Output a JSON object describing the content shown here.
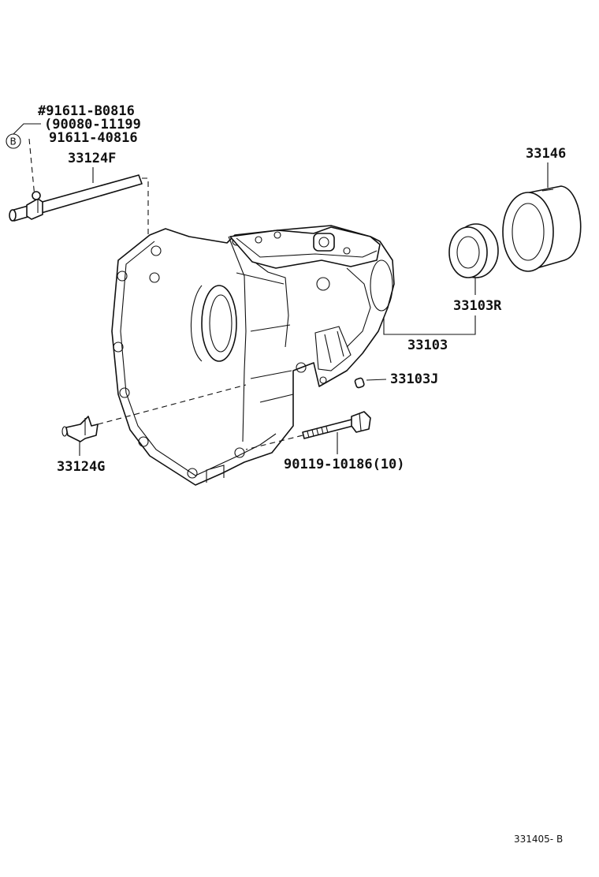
{
  "labels": {
    "part_91611_b0816": "#91611-B0816",
    "part_90080_11199": "(90080-11199",
    "part_91611_40816": "91611-40816",
    "callout_b": "B",
    "part_33124f": "33124F",
    "part_33146": "33146",
    "part_33103r": "33103R",
    "part_33103": "33103",
    "part_33103j": "33103J",
    "part_33124g": "33124G",
    "part_90119_10186": "90119-10186(10)",
    "diagram_code": "331405- B"
  }
}
